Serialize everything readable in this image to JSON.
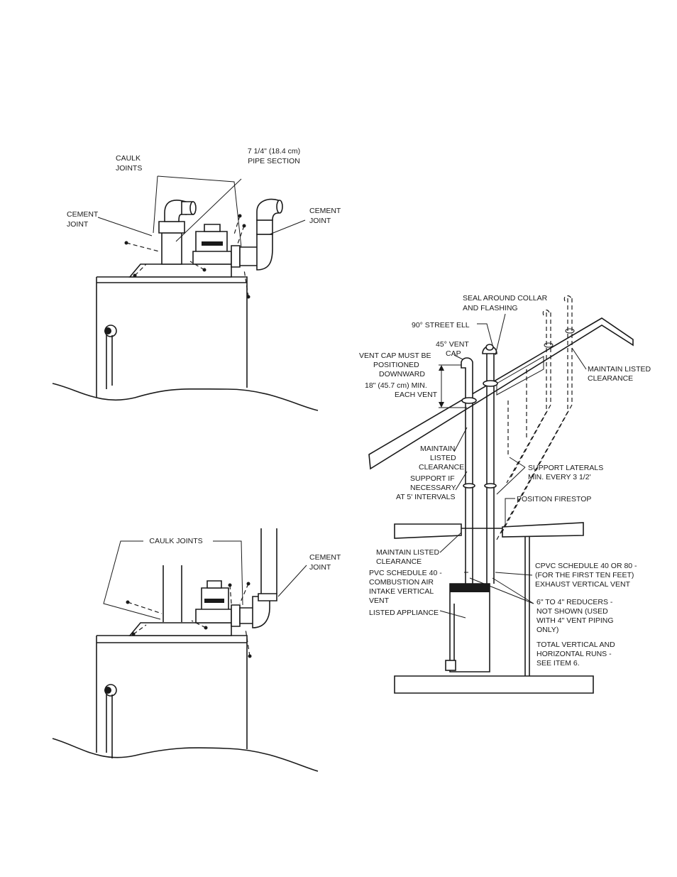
{
  "diagram_a": {
    "labels": {
      "caulk_joints": [
        "CAULK",
        "JOINTS"
      ],
      "pipe_section": [
        "7 1/4\" (18.4 cm)",
        "PIPE SECTION"
      ],
      "cement_joint_left": [
        "CEMENT",
        "JOINT"
      ],
      "cement_joint_right": [
        "CEMENT",
        "JOINT"
      ]
    }
  },
  "diagram_b": {
    "labels": {
      "caulk_joints": "CAULK JOINTS",
      "cement_joint": [
        "CEMENT",
        "JOINT"
      ]
    }
  },
  "diagram_c": {
    "labels": {
      "seal_collar": [
        "SEAL AROUND COLLAR",
        "AND FLASHING"
      ],
      "street_ell": "90° STREET ELL",
      "vent_45": [
        "45° VENT",
        "CAP"
      ],
      "vent_cap": [
        "VENT CAP MUST BE",
        "POSITIONED",
        "DOWNWARD"
      ],
      "min_each_vent": [
        "18\" (45.7 cm) MIN.",
        "EACH VENT"
      ],
      "maintain_top": [
        "MAINTAIN LISTED",
        "CLEARANCE"
      ],
      "maintain_mid": [
        "MAINTAIN",
        "LISTED",
        "CLEARANCE"
      ],
      "support_laterals": [
        "SUPPORT LATERALS",
        "MIN. EVERY 3 1/2'"
      ],
      "support_if": [
        "SUPPORT IF",
        "NECESSARY",
        "AT 5' INTERVALS"
      ],
      "firestop": "POSITION FIRESTOP",
      "maintain_bottom": [
        "MAINTAIN LISTED",
        "CLEARANCE"
      ],
      "cpvc": [
        "CPVC SCHEDULE 40 OR 80 -",
        "(FOR THE FIRST TEN FEET)",
        "EXHAUST VERTICAL VENT"
      ],
      "pvc": [
        "PVC SCHEDULE 40 -",
        "COMBUSTION AIR",
        "INTAKE VERTICAL",
        "VENT"
      ],
      "reducers": [
        "6\" TO 4\" REDUCERS -",
        "NOT SHOWN (USED",
        "WITH 4\" VENT PIPING",
        "ONLY)"
      ],
      "listed_appliance": "LISTED APPLIANCE",
      "total_runs": [
        "TOTAL VERTICAL AND",
        "HORIZONTAL RUNS -",
        "SEE ITEM 6."
      ]
    }
  }
}
